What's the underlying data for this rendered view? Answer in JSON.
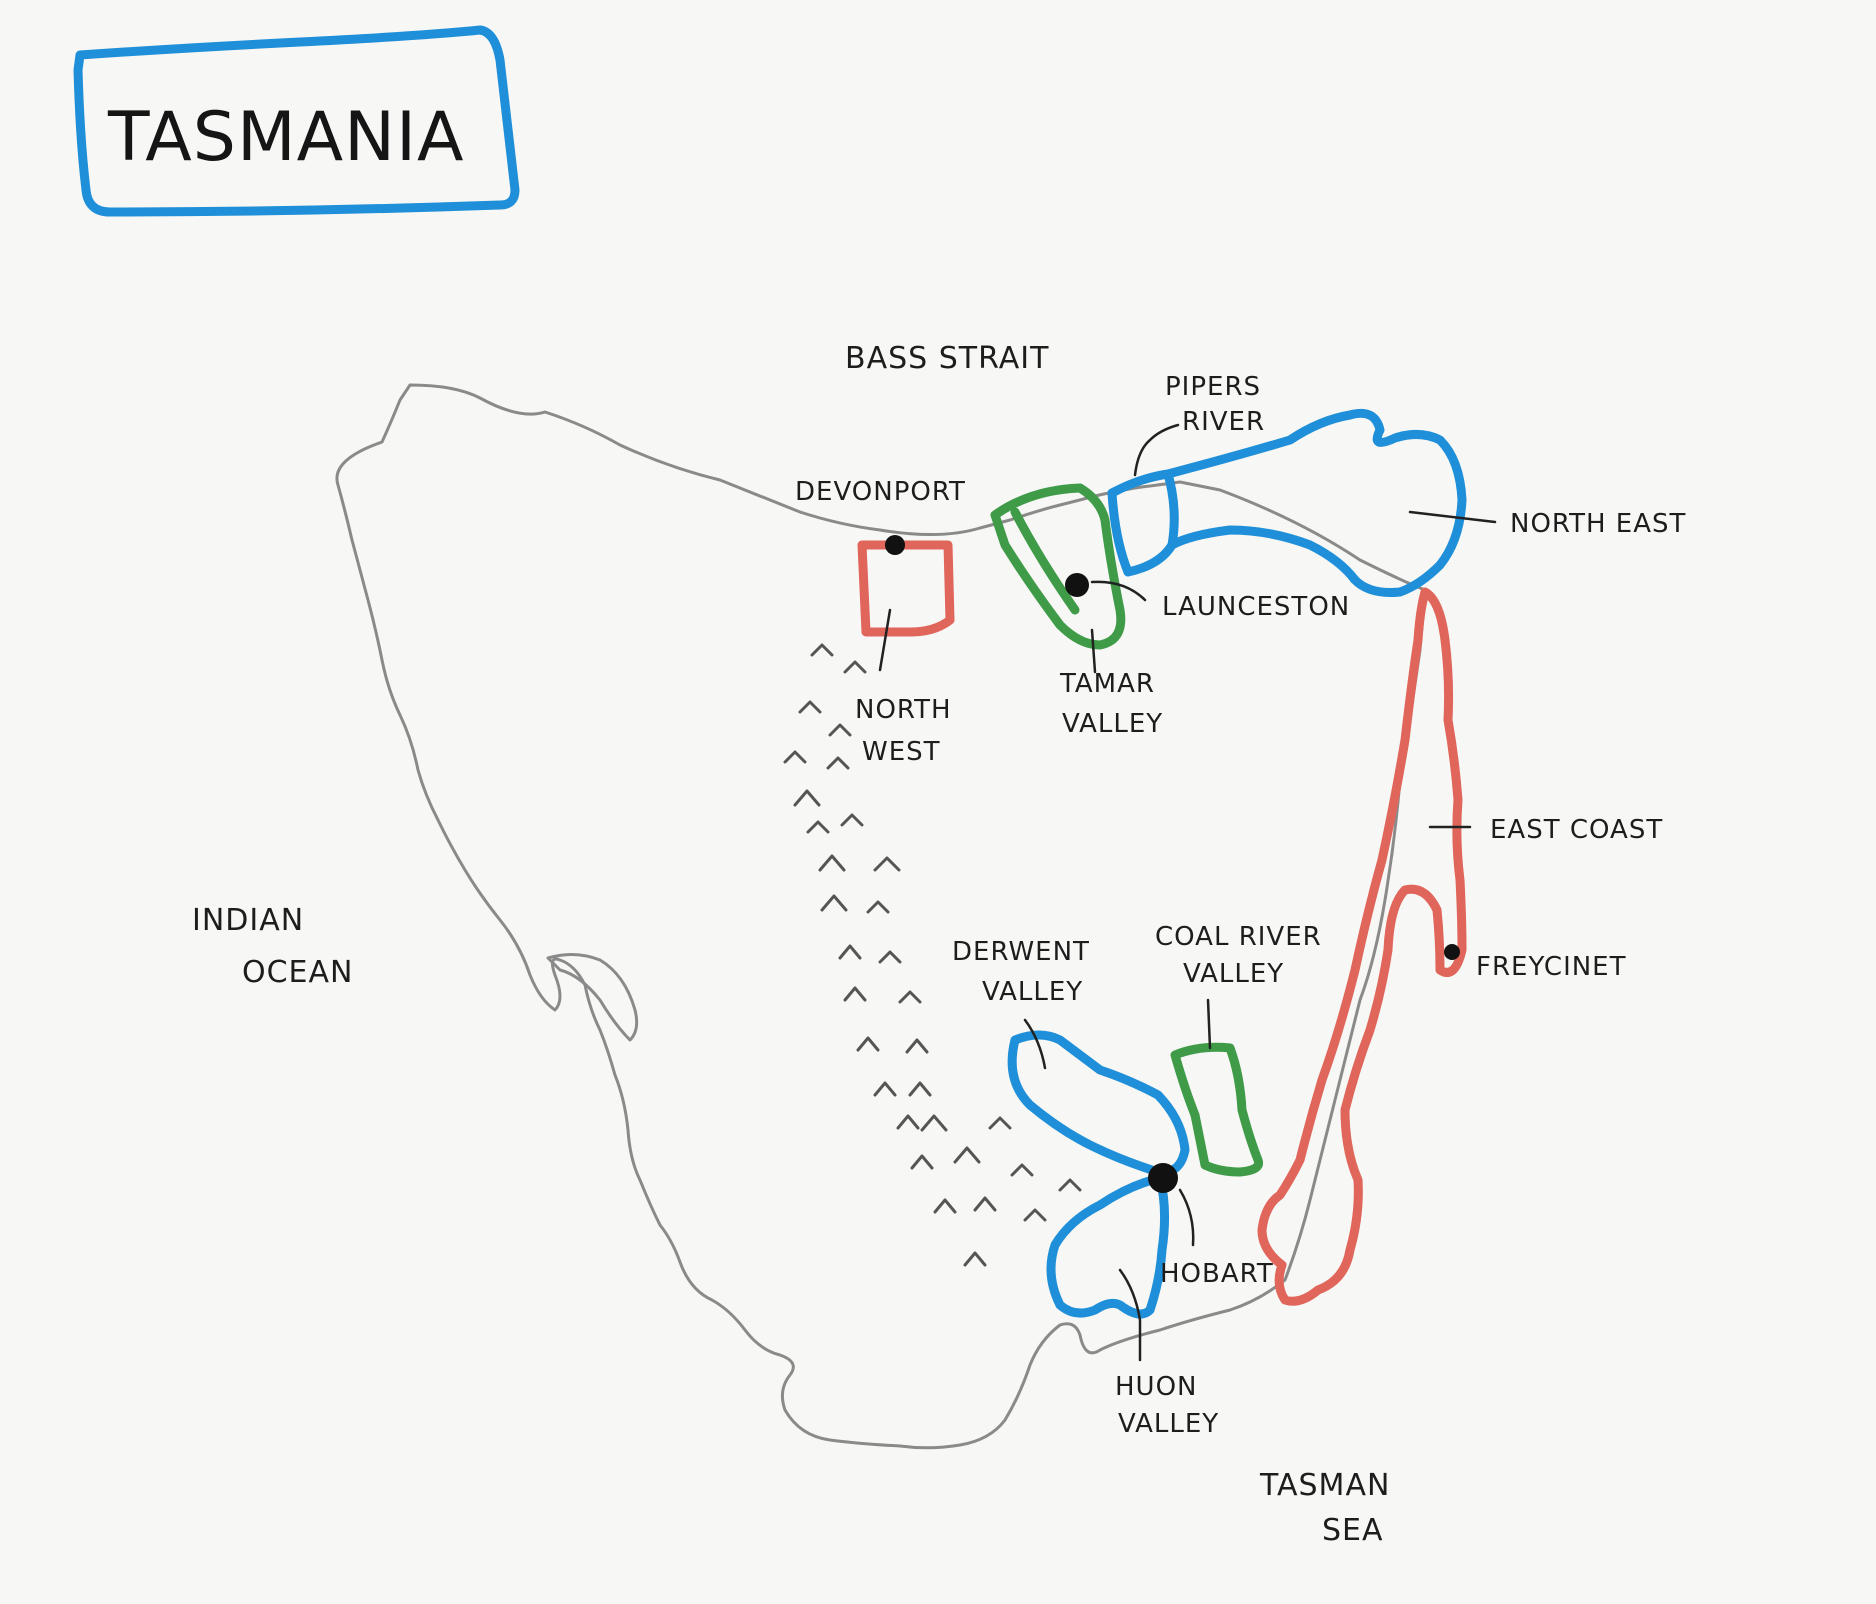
{
  "title": "TASMANIA",
  "colors": {
    "frame": "#1e8fd8",
    "red_regions": "#e0655a",
    "green_regions": "#3f9b48",
    "blue_regions": "#1e8fd8",
    "coastline": "#8a8a8a",
    "paper": "#f7f7f5"
  },
  "water_labels": {
    "bass_strait": "BASS STRAIT",
    "indian_ocean": [
      "INDIAN",
      "OCEAN"
    ],
    "tasman_sea": [
      "TASMAN",
      "SEA"
    ]
  },
  "cities": {
    "devonport": "DEVONPORT",
    "launceston": "LAUNCESTON",
    "hobart": "HOBART",
    "freycinet": "FREYCINET"
  },
  "regions": {
    "pipers_river": [
      "PIPERS",
      "RIVER"
    ],
    "north_east": "NORTH EAST",
    "north_west": [
      "NORTH",
      "WEST"
    ],
    "tamar_valley": [
      "TAMAR",
      "VALLEY"
    ],
    "east_coast": "EAST COAST",
    "derwent_valley": [
      "DERWENT",
      "VALLEY"
    ],
    "coal_river_valley": [
      "COAL RIVER",
      "VALLEY"
    ],
    "huon_valley": [
      "HUON",
      "VALLEY"
    ]
  },
  "icons": {
    "mountains": "mountain-caret-icon",
    "city": "city-dot-icon"
  }
}
